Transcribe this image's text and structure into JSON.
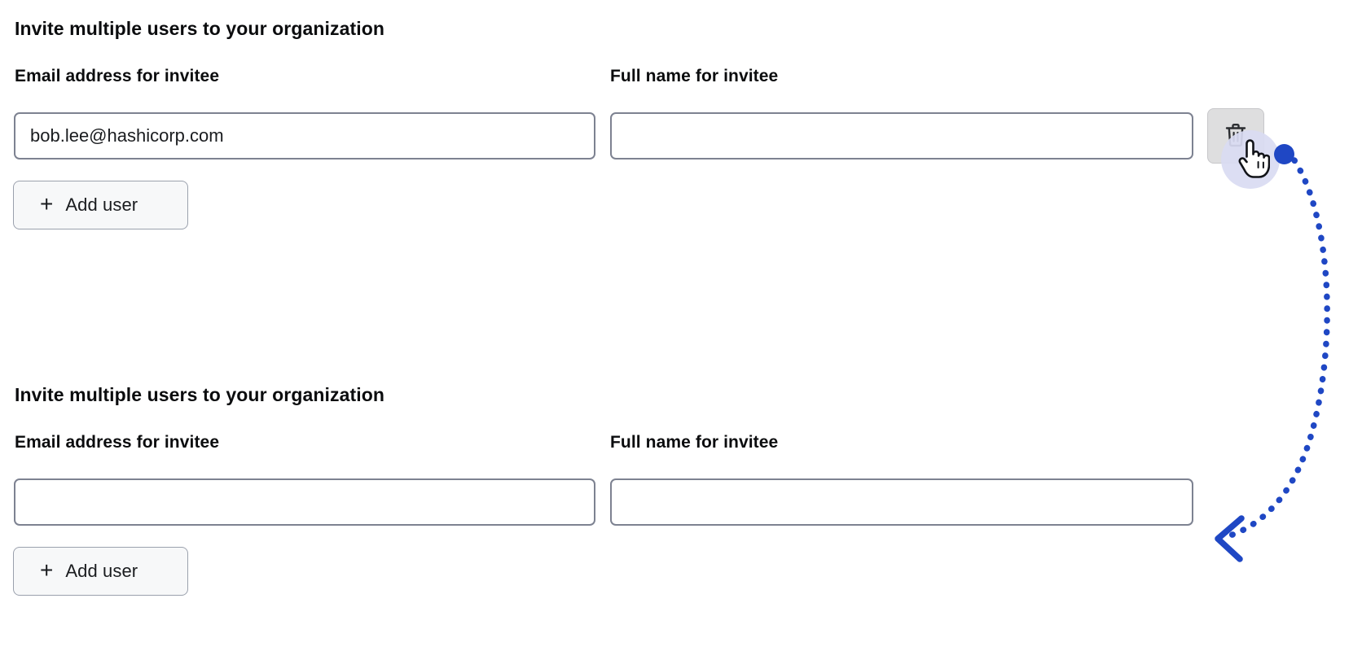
{
  "page": {
    "background_color": "#ffffff",
    "accent_color": "#1f47c4",
    "border_color": "#7d8291",
    "text_color": "#0b0c0e"
  },
  "sections": [
    {
      "id": "section-1",
      "title": "Invite multiple users to your organization",
      "email_field": {
        "label": "Email address for invitee",
        "value": "bob.lee@hashicorp.com",
        "placeholder": ""
      },
      "name_field": {
        "label": "Full name for invitee",
        "value": "",
        "placeholder": ""
      },
      "remove_button": {
        "icon": "trash-icon",
        "state": "hover"
      },
      "add_user_button": {
        "icon": "plus-icon",
        "plus": "+",
        "label": "Add user"
      }
    },
    {
      "id": "section-2",
      "title": "Invite multiple users to your organization",
      "email_field": {
        "label": "Email address for invitee",
        "value": "",
        "placeholder": ""
      },
      "name_field": {
        "label": "Full name for invitee",
        "value": "",
        "placeholder": ""
      },
      "add_user_button": {
        "icon": "plus-icon",
        "plus": "+",
        "label": "Add user"
      }
    }
  ],
  "annotation": {
    "cursor_icon": "pointer-hand-cursor",
    "click_indicator_icon": "click-dot-icon",
    "arrow_icon": "curved-dotted-arrow-icon",
    "arrow_color": "#1f47c4",
    "halo_color": "#d9dbf2",
    "description": "Pointer clicking the trash icon; dotted arrow curves down to the resulting second form state"
  }
}
